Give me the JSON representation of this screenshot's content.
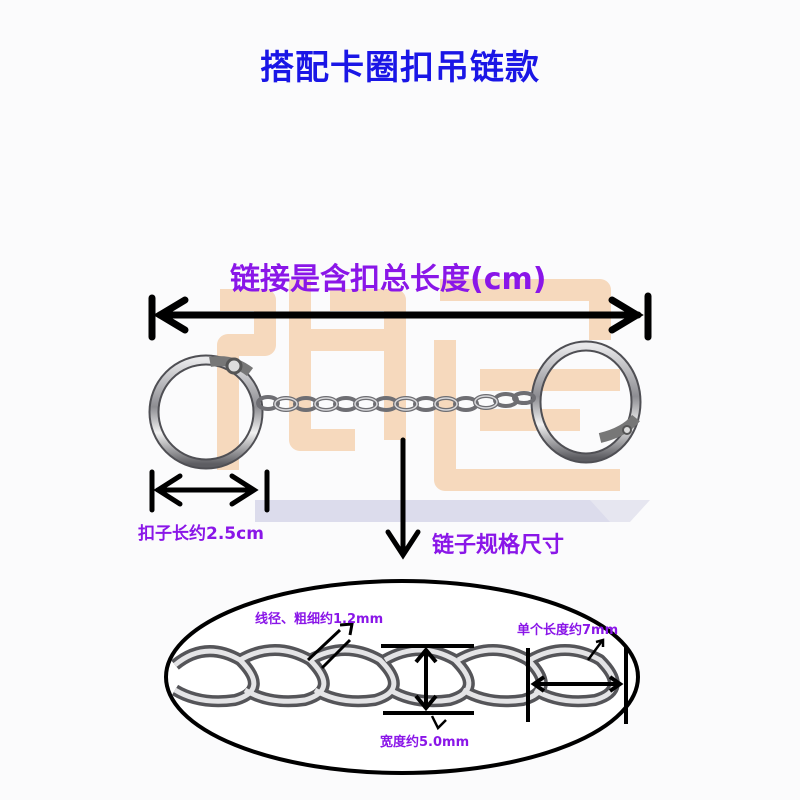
{
  "title": "搭配卡圈扣吊链款",
  "annotations": {
    "total_length": "链接是含扣总长度(cm)",
    "buckle_length": "扣子长约2.5cm",
    "chain_spec": "链子规格尺寸",
    "wire_diameter": "线径、粗细约1.2mm",
    "unit_length": "单个长度约7mm",
    "link_width": "宽度约5.0mm"
  },
  "colors": {
    "title": "#1a16e6",
    "annotation": "#8a16e8",
    "watermark_orange": "#f6d2b0",
    "watermark_blue": "#d8d9ea",
    "arrow": "#000000",
    "metal": "#9a9a9e"
  },
  "product": {
    "rings": 2,
    "chain_links_visible": 13
  }
}
